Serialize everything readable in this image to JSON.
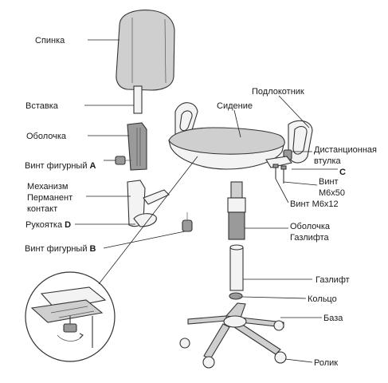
{
  "labels": {
    "spinka": "Спинка",
    "vstavka": "Вставка",
    "obolochka": "Оболочка",
    "vint_a_text": "Винт фигурный",
    "vint_a_letter": "A",
    "mech_line1": "Механизм",
    "mech_line2": "Перманент",
    "mech_line3": "контакт",
    "rukoyatka_text": "Рукоятка",
    "rukoyatka_letter": "D",
    "vint_b_text": "Винт фигурный",
    "vint_b_letter": "B",
    "podlokotnik": "Подлокотник",
    "sidenie": "Сидение",
    "dist_line1": "Дистанционная",
    "dist_line2": "втулка",
    "c_letter": "C",
    "vint_m650_line1": "Винт",
    "vint_m650_line2": "М6х50",
    "vint_m612": "Винт М6х12",
    "obol_gaz_line1": "Оболочка",
    "obol_gaz_line2": "Газлифта",
    "gazlift": "Газлифт",
    "koltso": "Кольцо",
    "baza": "База",
    "rolik": "Ролик"
  }
}
